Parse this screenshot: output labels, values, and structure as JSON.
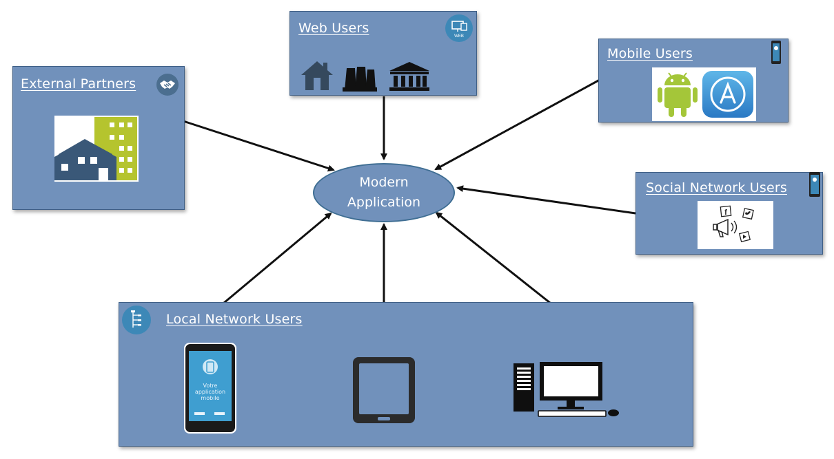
{
  "center": {
    "line1": "Modern",
    "line2": "Application"
  },
  "external_partners": {
    "title": "External Partners",
    "icon": "handshake-icon",
    "image": "building-house-icon"
  },
  "web_users": {
    "title": "Web Users",
    "badge": "WEB",
    "icons": [
      "house-icon",
      "factory-icon",
      "bank-icon"
    ]
  },
  "mobile_users": {
    "title": "Mobile Users",
    "icons": [
      "android-icon",
      "app-store-icon"
    ]
  },
  "social_users": {
    "title": "Social Network Users",
    "icons": [
      "facebook-icon",
      "twitter-icon",
      "megaphone-icon",
      "youtube-icon"
    ]
  },
  "local_users": {
    "title": "Local Network Users",
    "phone_text": [
      "Votre",
      "application",
      "mobile"
    ],
    "icons": [
      "smartphone-icon",
      "tablet-icon",
      "desktop-computer-icon"
    ]
  },
  "colors": {
    "box": "#7191bb",
    "border": "#3f5f86",
    "arrow": "#111111",
    "lime": "#b5c42e",
    "navy": "#3a5878"
  }
}
